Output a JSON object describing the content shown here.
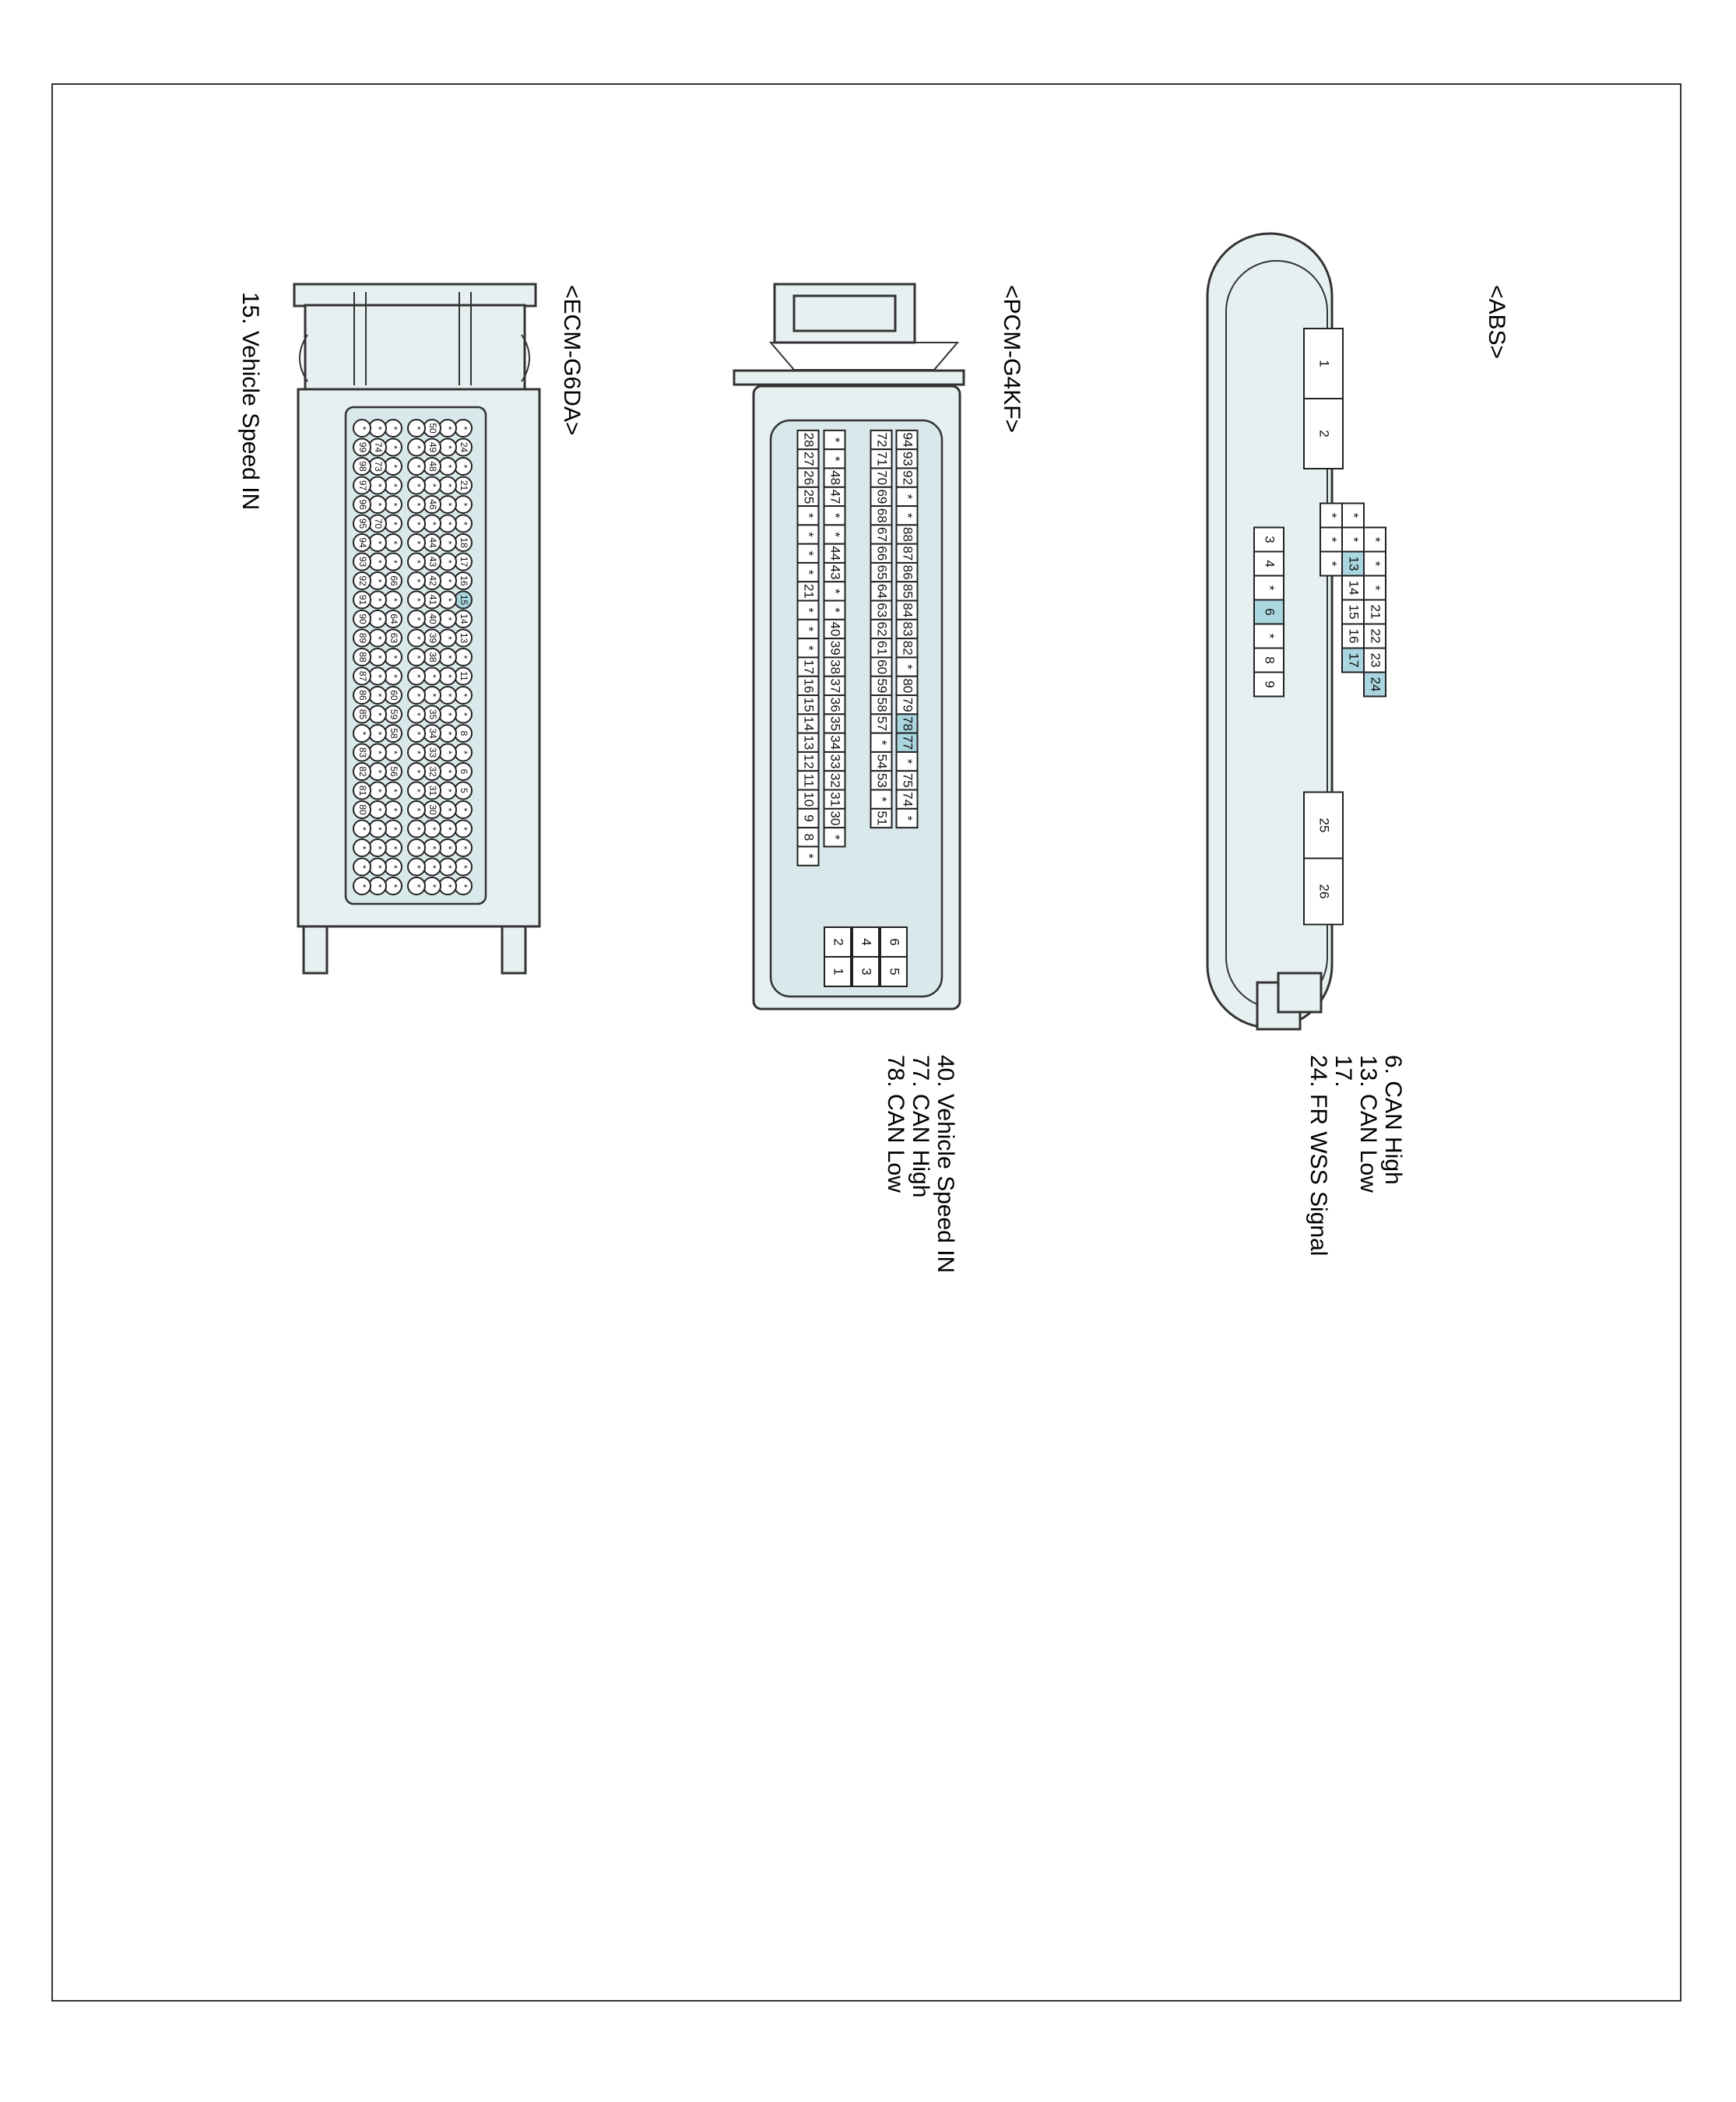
{
  "connectors": [
    {
      "id": "abs",
      "title": "<ABS>",
      "legend": [
        "6.  CAN High",
        "13. CAN Low",
        "17.",
        "24. FR WSS Signal"
      ],
      "highlight_color": "#a9d6df",
      "top_block": [
        "1",
        "2"
      ],
      "left_block": [
        "3",
        "4",
        "*",
        "6",
        "*",
        "8",
        "9"
      ],
      "mid_rows": [
        [
          "*",
          "*",
          "*",
          "21",
          "22",
          "23",
          "24"
        ],
        [
          "*",
          "*",
          "13",
          "14",
          "15",
          "16",
          "17"
        ],
        [
          "*",
          "*",
          "*"
        ]
      ],
      "bottom_block": [
        "25",
        "26"
      ],
      "highlighted_pins": [
        "6",
        "13",
        "17",
        "24"
      ]
    },
    {
      "id": "pcm",
      "title": "<PCM-G4KF>",
      "legend": [
        "40. Vehicle Speed IN",
        "77. CAN High",
        "78. CAN Low"
      ],
      "highlight_color": "#a9d6df",
      "rows": [
        [
          "94",
          "93",
          "92",
          "*",
          "*",
          "88",
          "87",
          "86",
          "85",
          "84",
          "83",
          "82",
          "*",
          "80",
          "79",
          "78",
          "77",
          "*",
          "75",
          "74",
          "*"
        ],
        [
          "72",
          "71",
          "70",
          "69",
          "68",
          "67",
          "66",
          "65",
          "64",
          "63",
          "62",
          "61",
          "60",
          "59",
          "58",
          "57",
          "*",
          "54",
          "53",
          "*",
          "51"
        ],
        [
          "*",
          "*",
          "48",
          "47",
          "*",
          "*",
          "44",
          "43",
          "*",
          "*",
          "40",
          "39",
          "38",
          "37",
          "36",
          "35",
          "34",
          "33",
          "32",
          "31",
          "30",
          "*"
        ],
        [
          "28",
          "27",
          "26",
          "25",
          "*",
          "*",
          "*",
          "*",
          "21",
          "*",
          "*",
          "*",
          "17",
          "16",
          "15",
          "14",
          "13",
          "12",
          "11",
          "10",
          "9",
          "8",
          "*"
        ]
      ],
      "small_block": [
        [
          "6",
          "5"
        ],
        [
          "4",
          "3"
        ],
        [
          "2",
          "1"
        ]
      ],
      "highlighted_pins": [
        "77",
        "78"
      ]
    },
    {
      "id": "ecm",
      "title": "<ECM-G6DA>",
      "legend": [
        "15. Vehicle Speed IN"
      ],
      "highlight_color": "#a9d6df",
      "rows": [
        [
          "*",
          "24",
          "*",
          "21",
          "*",
          "*",
          "18",
          "17",
          "16",
          "15",
          "14",
          "13",
          "*",
          "11",
          "*",
          "*",
          "8",
          "*",
          "6",
          "5",
          "*",
          "*",
          "*",
          "*",
          "*"
        ],
        [
          "*",
          "*",
          "*",
          "*",
          "*",
          "*",
          "*",
          "*",
          "*",
          "*",
          "*",
          "*",
          "*",
          "*",
          "*",
          "*",
          "*",
          "*",
          "*",
          "*",
          "*",
          "*",
          "*",
          "*",
          "*"
        ],
        [
          "50",
          "49",
          "48",
          "*",
          "46",
          "*",
          "44",
          "43",
          "42",
          "41",
          "40",
          "39",
          "38",
          "*",
          "*",
          "35",
          "34",
          "33",
          "32",
          "31",
          "30",
          "*",
          "*",
          "*",
          "*"
        ],
        [
          "*",
          "*",
          "*",
          "*",
          "*",
          "*",
          "*",
          "*",
          "*",
          "*",
          "*",
          "*",
          "*",
          "*",
          "*",
          "*",
          "*",
          "*",
          "*",
          "*",
          "*",
          "*",
          "*",
          "*",
          "*"
        ],
        [
          "*",
          "*",
          "*",
          "*",
          "*",
          "*",
          "*",
          "*",
          "66",
          "*",
          "64",
          "63",
          "*",
          "*",
          "60",
          "59",
          "58",
          "*",
          "56",
          "*",
          "*",
          "*",
          "*",
          "*",
          "*"
        ],
        [
          "*",
          "74",
          "73",
          "*",
          "*",
          "70",
          "*",
          "*",
          "*",
          "*",
          "*",
          "*",
          "*",
          "*",
          "*",
          "*",
          "*",
          "*",
          "*",
          "*",
          "*",
          "*",
          "*",
          "*",
          "*"
        ],
        [
          "*",
          "99",
          "98",
          "97",
          "96",
          "95",
          "94",
          "93",
          "92",
          "91",
          "90",
          "89",
          "88",
          "87",
          "86",
          "85",
          "*",
          "83",
          "82",
          "81",
          "80",
          "*",
          "*",
          "*",
          "*"
        ]
      ],
      "highlighted_pins": [
        "15"
      ]
    }
  ]
}
